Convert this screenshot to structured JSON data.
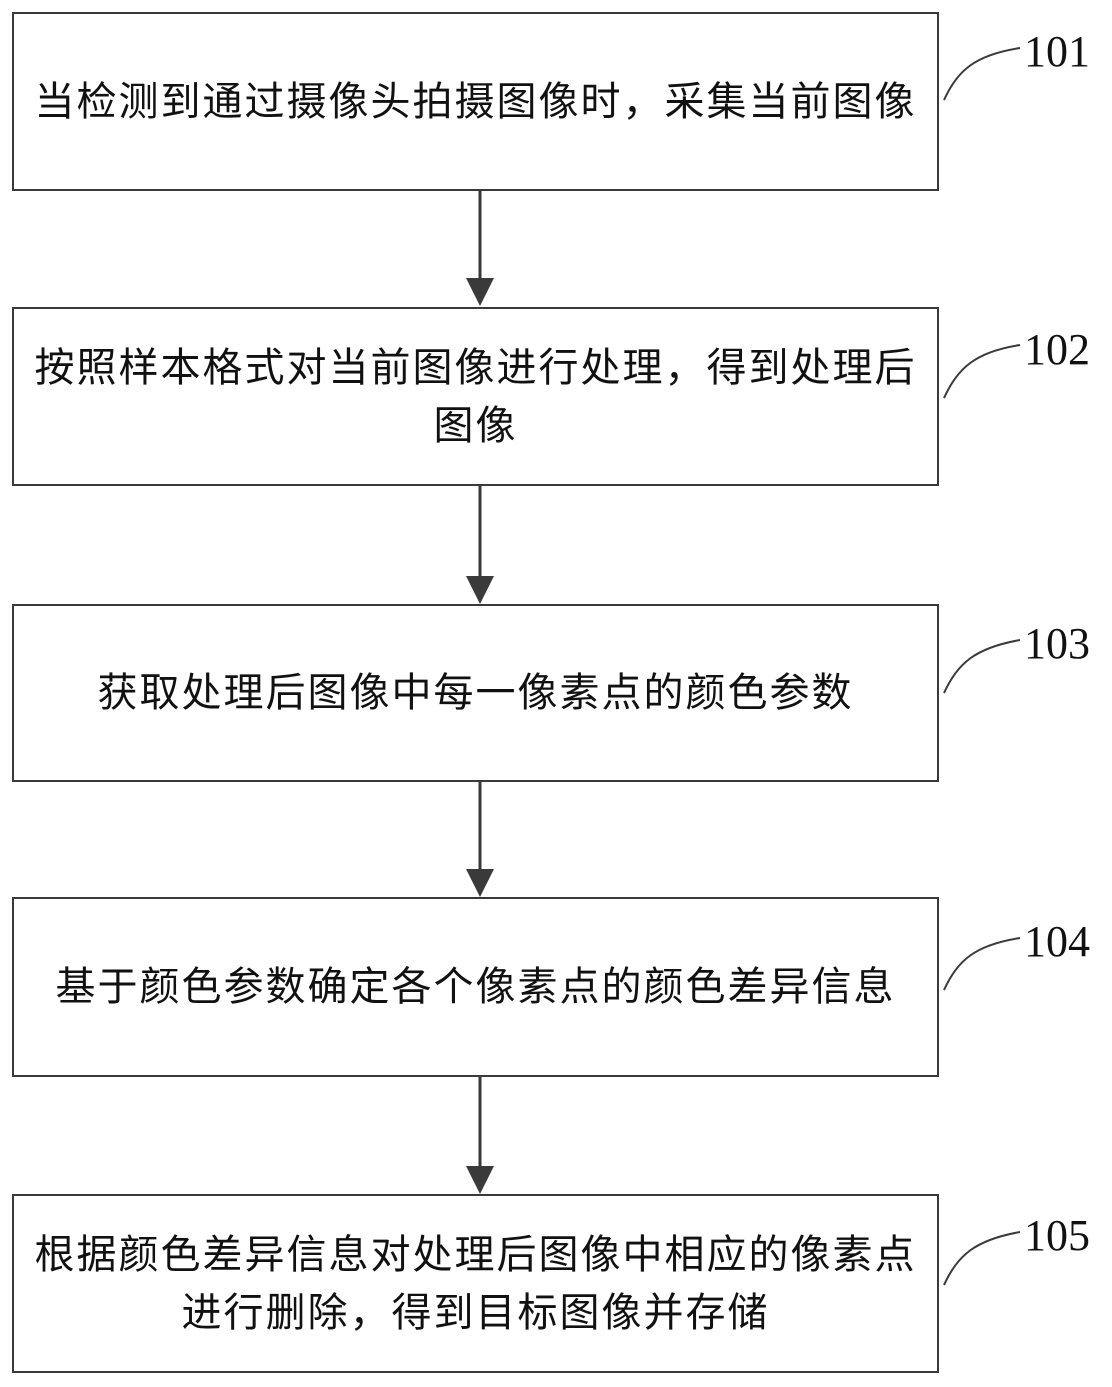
{
  "steps": [
    {
      "id": "101",
      "text": "当检测到通过摄像头拍摄图像时，采集当前图像"
    },
    {
      "id": "102",
      "text": "按照样本格式对当前图像进行处理，得到处理后图像"
    },
    {
      "id": "103",
      "text": "获取处理后图像中每一像素点的颜色参数"
    },
    {
      "id": "104",
      "text": "基于颜色参数确定各个像素点的颜色差异信息"
    },
    {
      "id": "105",
      "text": "根据颜色差异信息对处理后图像中相应的像素点进行删除，得到目标图像并存储"
    }
  ]
}
